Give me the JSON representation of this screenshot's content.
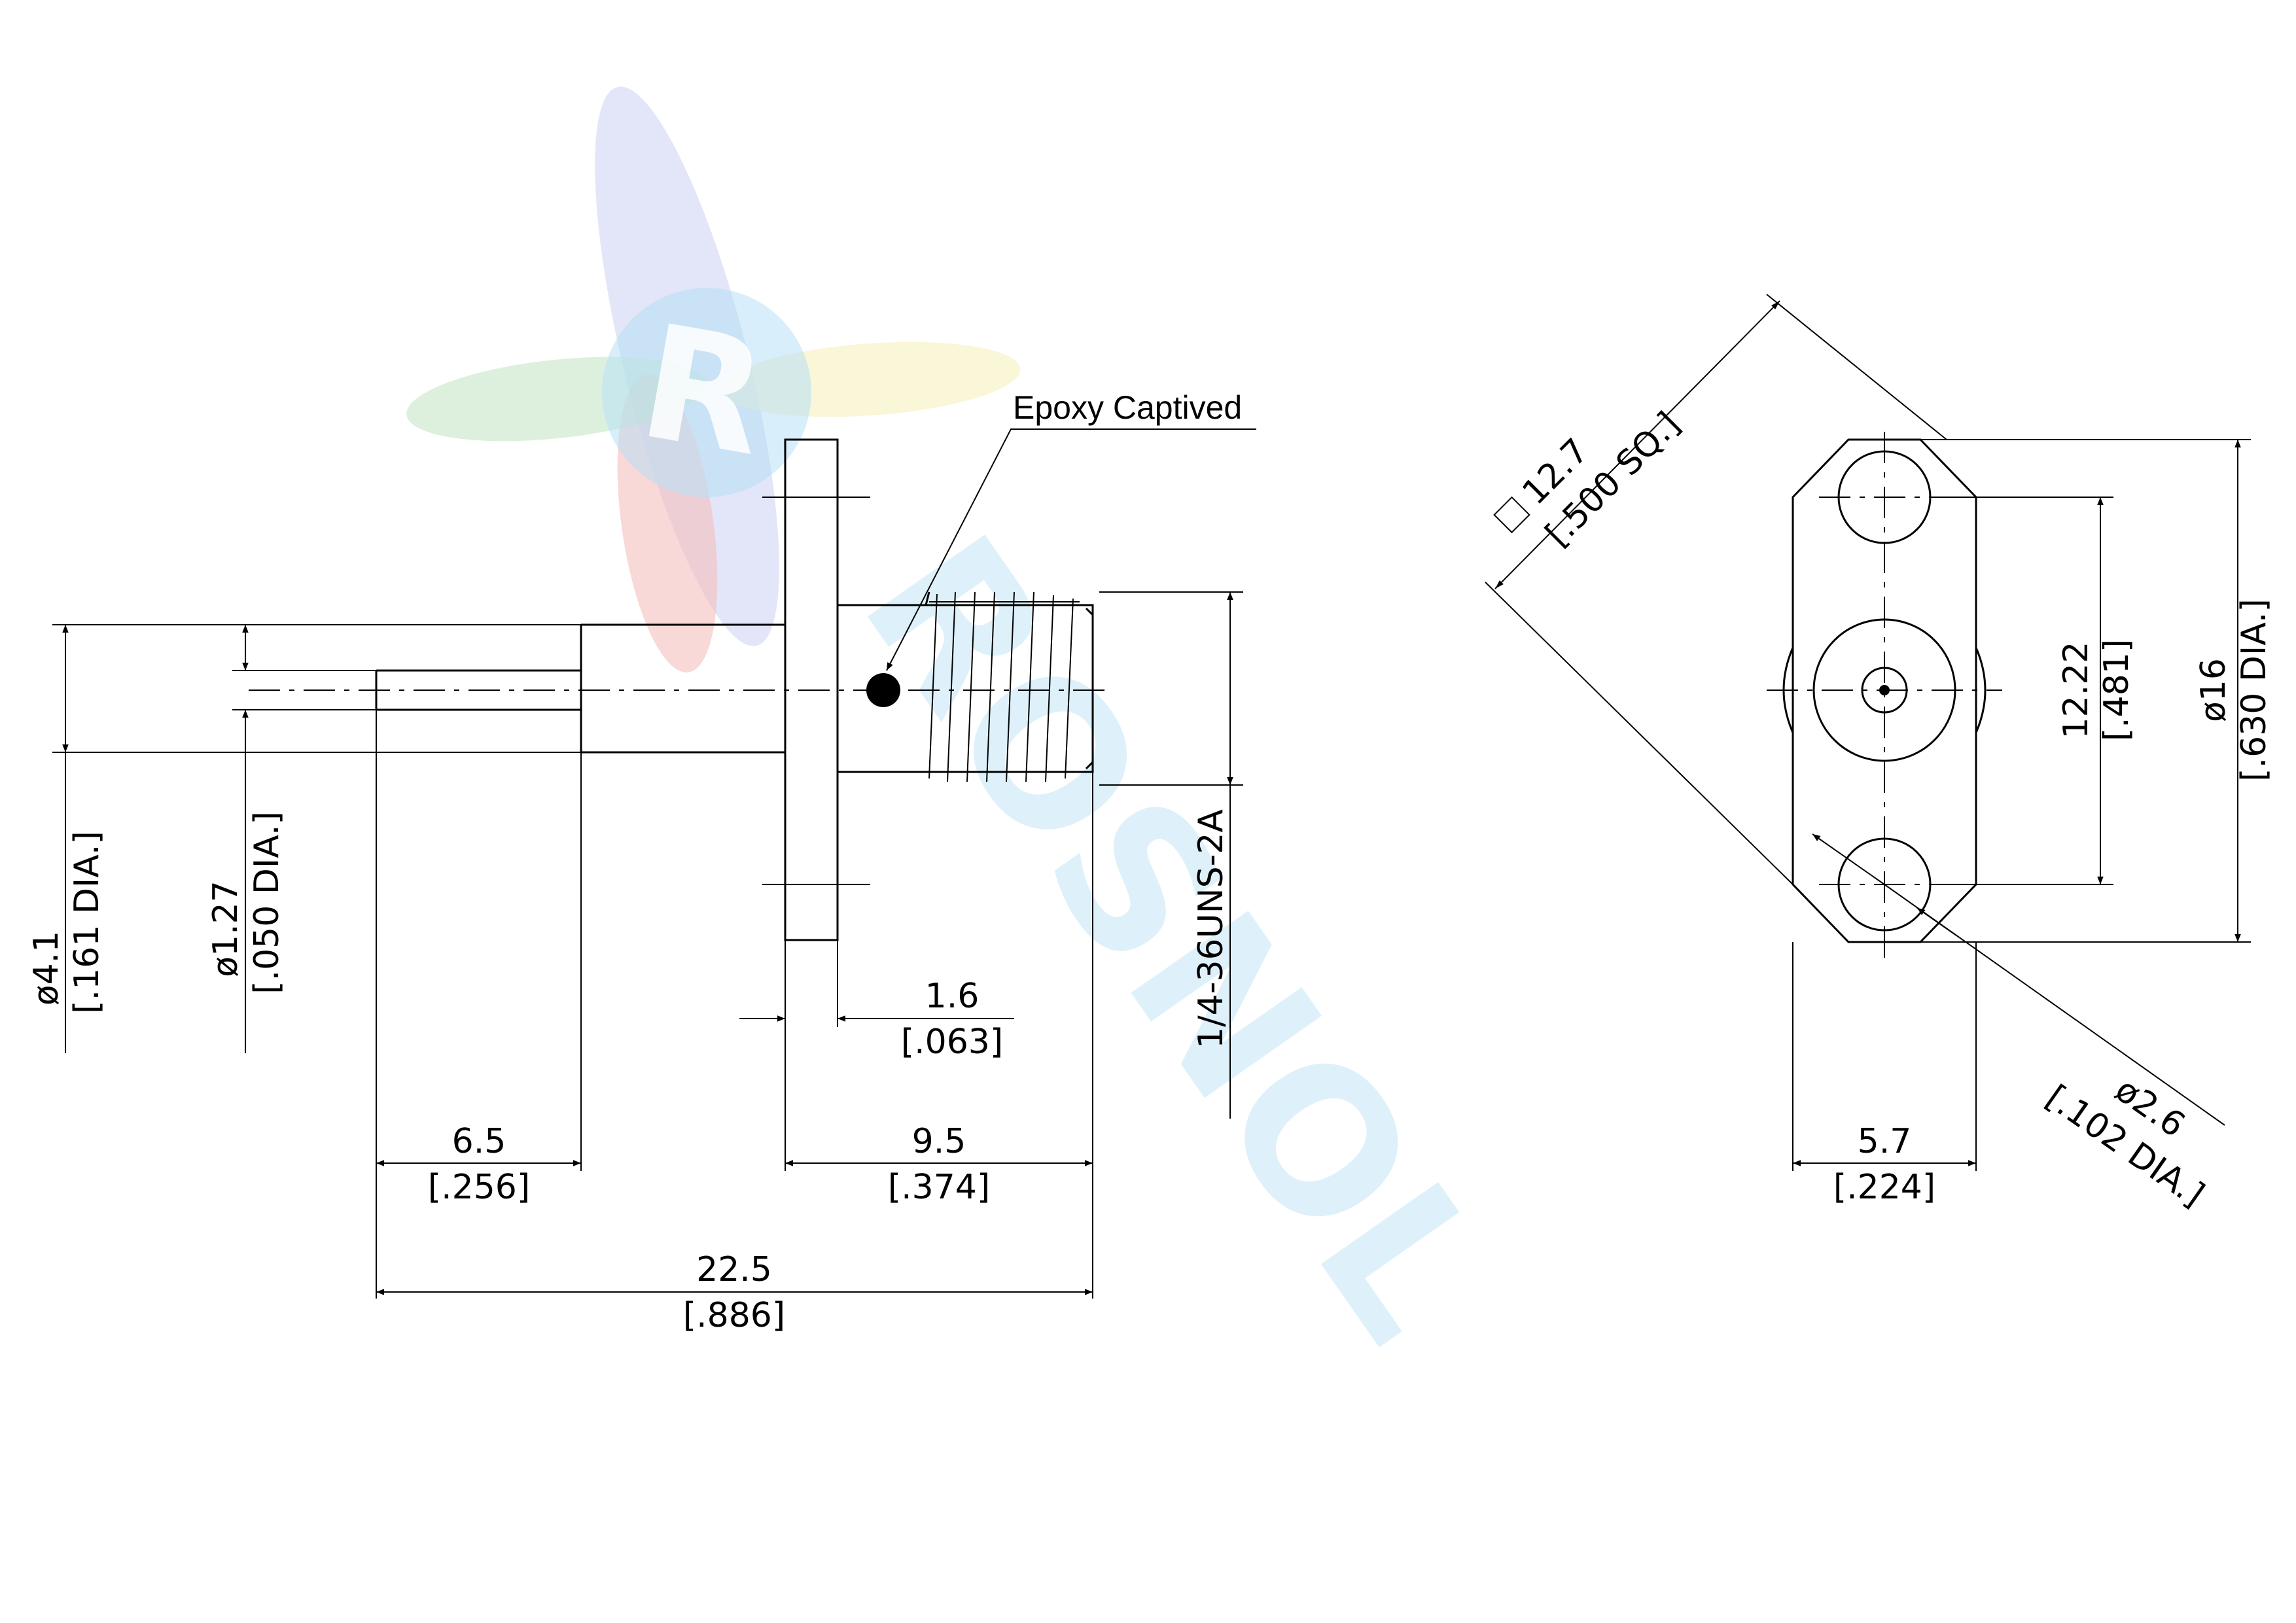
{
  "annotation": {
    "epoxy": "Epoxy Captived"
  },
  "watermark": {
    "mark": "R",
    "word": "ROSNOL",
    "colors": [
      "#9aa6e8",
      "#ee8888",
      "#8fd08f",
      "#f2e58a",
      "#7ec8ee"
    ]
  },
  "side_view": {
    "dia_body": {
      "mm": "ø4.1",
      "in": "[.161 DIA.]"
    },
    "dia_pin": {
      "mm": "ø1.27",
      "in": "[.050 DIA.]"
    },
    "thread": "1/4-36UNS-2A",
    "flange_thk": {
      "mm": "1.6",
      "in": "[.063]"
    },
    "pin_len": {
      "mm": "6.5",
      "in": "[.256]"
    },
    "thread_len": {
      "mm": "9.5",
      "in": "[.374]"
    },
    "overall_len": {
      "mm": "22.5",
      "in": "[.886]"
    }
  },
  "front_view": {
    "square": {
      "mm": "12.7",
      "in": "[.500 SQ.]"
    },
    "hole_spacing": {
      "mm": "12.22",
      "in": "[.481]"
    },
    "dia_flange": {
      "mm": "ø16",
      "in": "[.630 DIA.]"
    },
    "dia_hole": {
      "mm": "ø2.6",
      "in": "[.102 DIA.]"
    },
    "width": {
      "mm": "5.7",
      "in": "[.224]"
    }
  }
}
